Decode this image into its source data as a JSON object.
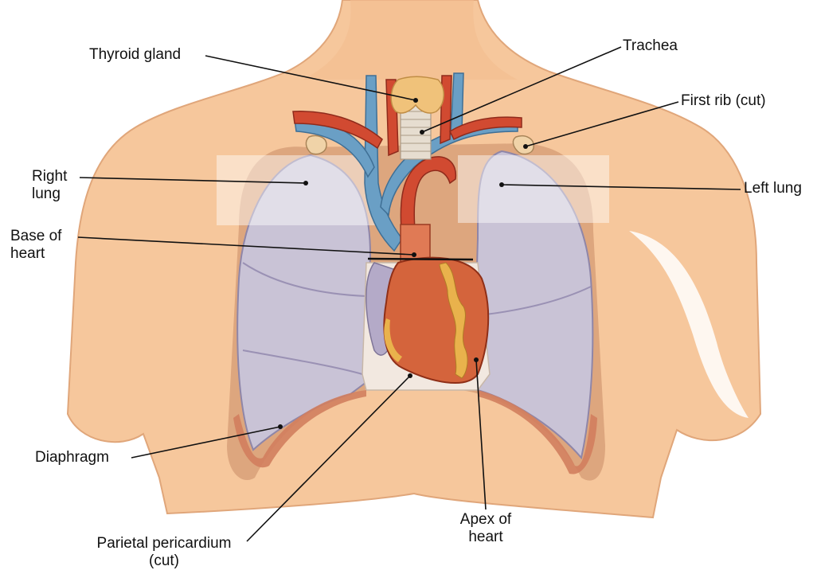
{
  "diagram": {
    "subject": "Thorax with lungs and heart, anterior view",
    "colors": {
      "skin": "#f6c79c",
      "skin_shadow": "#e9a878",
      "lung": "#c9c3d6",
      "lung_shadow": "#a79fbc",
      "heart": "#d4643c",
      "artery": "#d14a31",
      "vein": "#6a9fc5",
      "fat": "#e9b24c",
      "pericardium": "#f2e8e0",
      "leader_line": "#111111"
    },
    "labels": {
      "thyroid": "Thyroid gland",
      "trachea": "Trachea",
      "first_rib": "First rib (cut)",
      "right_lung_1": "Right",
      "right_lung_2": "lung",
      "left_lung": "Left lung",
      "base_1": "Base of",
      "base_2": "heart",
      "diaphragm": "Diaphragm",
      "parietal_1": "Parietal pericardium",
      "parietal_2": "(cut)",
      "apex_1": "Apex of",
      "apex_2": "heart"
    }
  }
}
